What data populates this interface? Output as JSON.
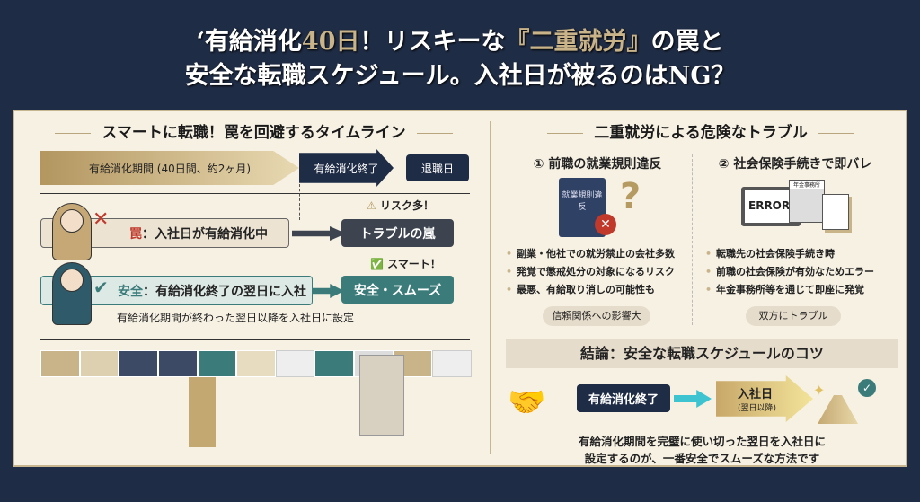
{
  "title": {
    "line1_a": "‘有給消化",
    "line1_highlight1": "40日",
    "line1_b": "！リスキーな",
    "line1_highlight2": "『二重就労』",
    "line1_c": "の罠と",
    "line2": "安全な転職スケジュール。入社日が被るのはNG？"
  },
  "timeline": {
    "heading": "スマートに転職！罠を回避するタイムライン",
    "paid_leave_period": "有給消化期間 (40日間、約2ヶ月)",
    "paid_leave_end": "有給消化終了",
    "retirement_day": "退職日",
    "trap": {
      "label_prefix": "罠",
      "label": "：入社日が有給消化中",
      "badge": "リスク多！",
      "result": "トラブルの嵐"
    },
    "safe": {
      "label_prefix": "安全",
      "label": "：有給消化終了の翌日に入社",
      "badge": "スマート！",
      "result": "安全・スムーズ"
    },
    "caption": "有給消化期間が終わった翌日以降を入社日に設定"
  },
  "troubles": {
    "heading": "二重就労による危険なトラブル",
    "items": [
      {
        "title": "① 前職の就業規則違反",
        "icon_text": "就業規則違反",
        "bullets": [
          "副業・他社での就労禁止の会社多数",
          "発覚で懲戒処分の対象になるリスク",
          "最悪、有給取り消しの可能性も"
        ],
        "tag": "信頼関係への影響大"
      },
      {
        "title": "② 社会保険手続きで即バレ",
        "icon_text": "ERROR",
        "building_label": "年金事務所",
        "bullets": [
          "転職先の社会保険手続き時",
          "前職の社会保険が有効なためエラー",
          "年金事務所等を通じて即座に発覚"
        ],
        "tag": "双方にトラブル"
      }
    ]
  },
  "conclusion": {
    "heading": "結論：安全な転職スケジュールのコツ",
    "step1": "有給消化終了",
    "step2": "入社日",
    "step2_sub": "(翌日以降)",
    "text_line1": "有給消化期間を完璧に使い切った翌日を入社日に",
    "text_line2": "設定するのが、一番安全でスムーズな方法です"
  },
  "colors": {
    "navy": "#1f2c45",
    "gold": "#b59a62",
    "teal": "#3b7c7a",
    "danger": "#c0392b",
    "cream": "#f6f1e3"
  }
}
